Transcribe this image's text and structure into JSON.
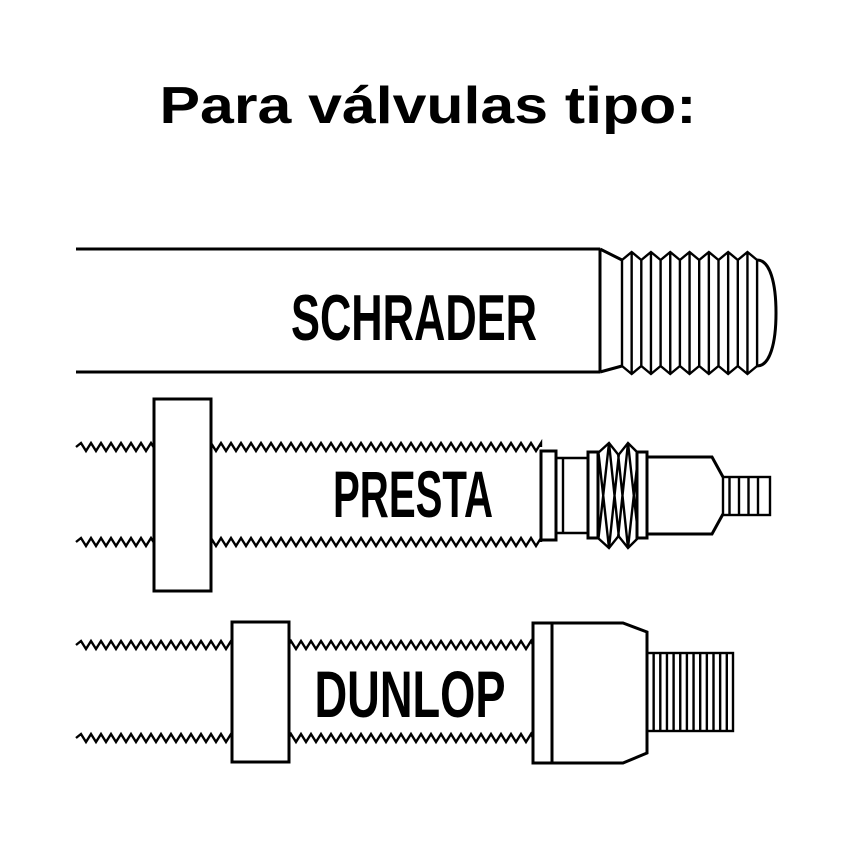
{
  "illustration": {
    "title": "Para válvulas tipo:",
    "valves": [
      {
        "id": "schrader",
        "label": "SCHRADER"
      },
      {
        "id": "presta",
        "label": "PRESTA"
      },
      {
        "id": "dunlop",
        "label": "DUNLOP"
      }
    ]
  },
  "colors": {
    "ink": "#000000",
    "background": "#ffffff"
  }
}
